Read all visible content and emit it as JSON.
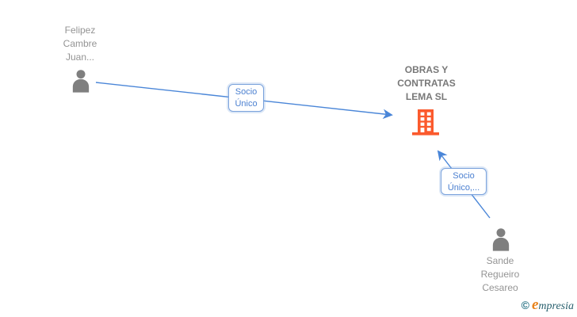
{
  "diagram": {
    "nodes": {
      "person1": {
        "type": "person",
        "name_lines": [
          "Felipez",
          "Cambre",
          "Juan..."
        ]
      },
      "company": {
        "type": "company",
        "name_lines": [
          "OBRAS Y",
          "CONTRATAS",
          "LEMA SL"
        ]
      },
      "person2": {
        "type": "person",
        "name_lines": [
          "Sande",
          "Regueiro",
          "Cesareo"
        ]
      }
    },
    "edges": {
      "edge1": {
        "from": "person1",
        "to": "company",
        "label_lines": [
          "Socio",
          "Único"
        ]
      },
      "edge2": {
        "from": "person2",
        "to": "company",
        "label_lines": [
          "Socio",
          "Único,..."
        ]
      }
    }
  },
  "footer": {
    "copyright_symbol": "©",
    "brand_initial": "e",
    "brand_rest": "mpresia"
  },
  "colors": {
    "edge_blue": "#4a86d8",
    "edge_label_blue": "#4a7fd0",
    "edge_label_border": "#7aa2dc",
    "person_gray": "#7f7f7f",
    "building_orange": "#fb5a2d",
    "person_name_gray": "#949494",
    "company_name_gray": "#787878",
    "logo_teal": "#29606e",
    "logo_orange": "#e8831c"
  }
}
